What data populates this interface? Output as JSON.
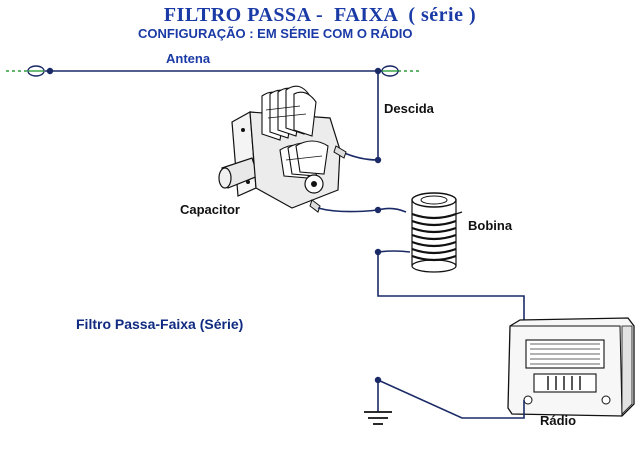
{
  "title": "FILTRO PASSA -  FAIXA  ( série )",
  "subtitle": "CONFIGURAÇÃO : EM SÉRIE COM O RÁDIO",
  "labels": {
    "antena": "Antena",
    "descida": "Descida",
    "capacitor": "Capacitor",
    "bobina": "Bobina",
    "radio": "Rádio"
  },
  "caption": "Filtro Passa-Faixa (Série)",
  "colors": {
    "title": "#1a3aa6",
    "wire": "#1a2a66",
    "insulator": "#2e9e3a",
    "ink": "#111111"
  },
  "icons": {
    "capacitor": "variable-capacitor-icon",
    "coil": "coil-icon",
    "radio": "vintage-radio-icon",
    "ground": "ground-symbol-icon"
  }
}
